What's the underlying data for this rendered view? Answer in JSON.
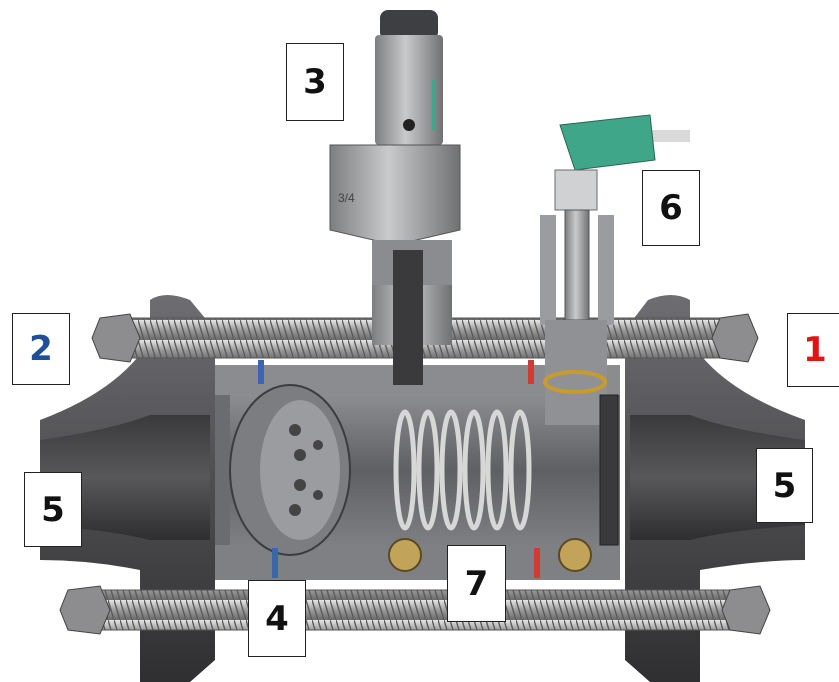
{
  "callouts": {
    "c1": {
      "text": "1",
      "color": "#e01414"
    },
    "c2": {
      "text": "2",
      "color": "#1f4e9a"
    },
    "c3": {
      "text": "3",
      "color": "#111111"
    },
    "c4": {
      "text": "4",
      "color": "#111111"
    },
    "c5_left": {
      "text": "5",
      "color": "#111111"
    },
    "c5_right": {
      "text": "5",
      "color": "#111111"
    },
    "c6": {
      "text": "6",
      "color": "#111111"
    },
    "c7": {
      "text": "7",
      "color": "#111111"
    }
  },
  "valve_marking": "3/4",
  "colors": {
    "flange": "#5a5a5d",
    "flange_dark": "#3a3a3d",
    "steel": "#a9abad",
    "connector": "#3fa68a",
    "cable": "#d9d9d9",
    "marker_red": "#d23a3a",
    "marker_blue": "#3a66b0",
    "seal_ring": "#c99a2e"
  }
}
